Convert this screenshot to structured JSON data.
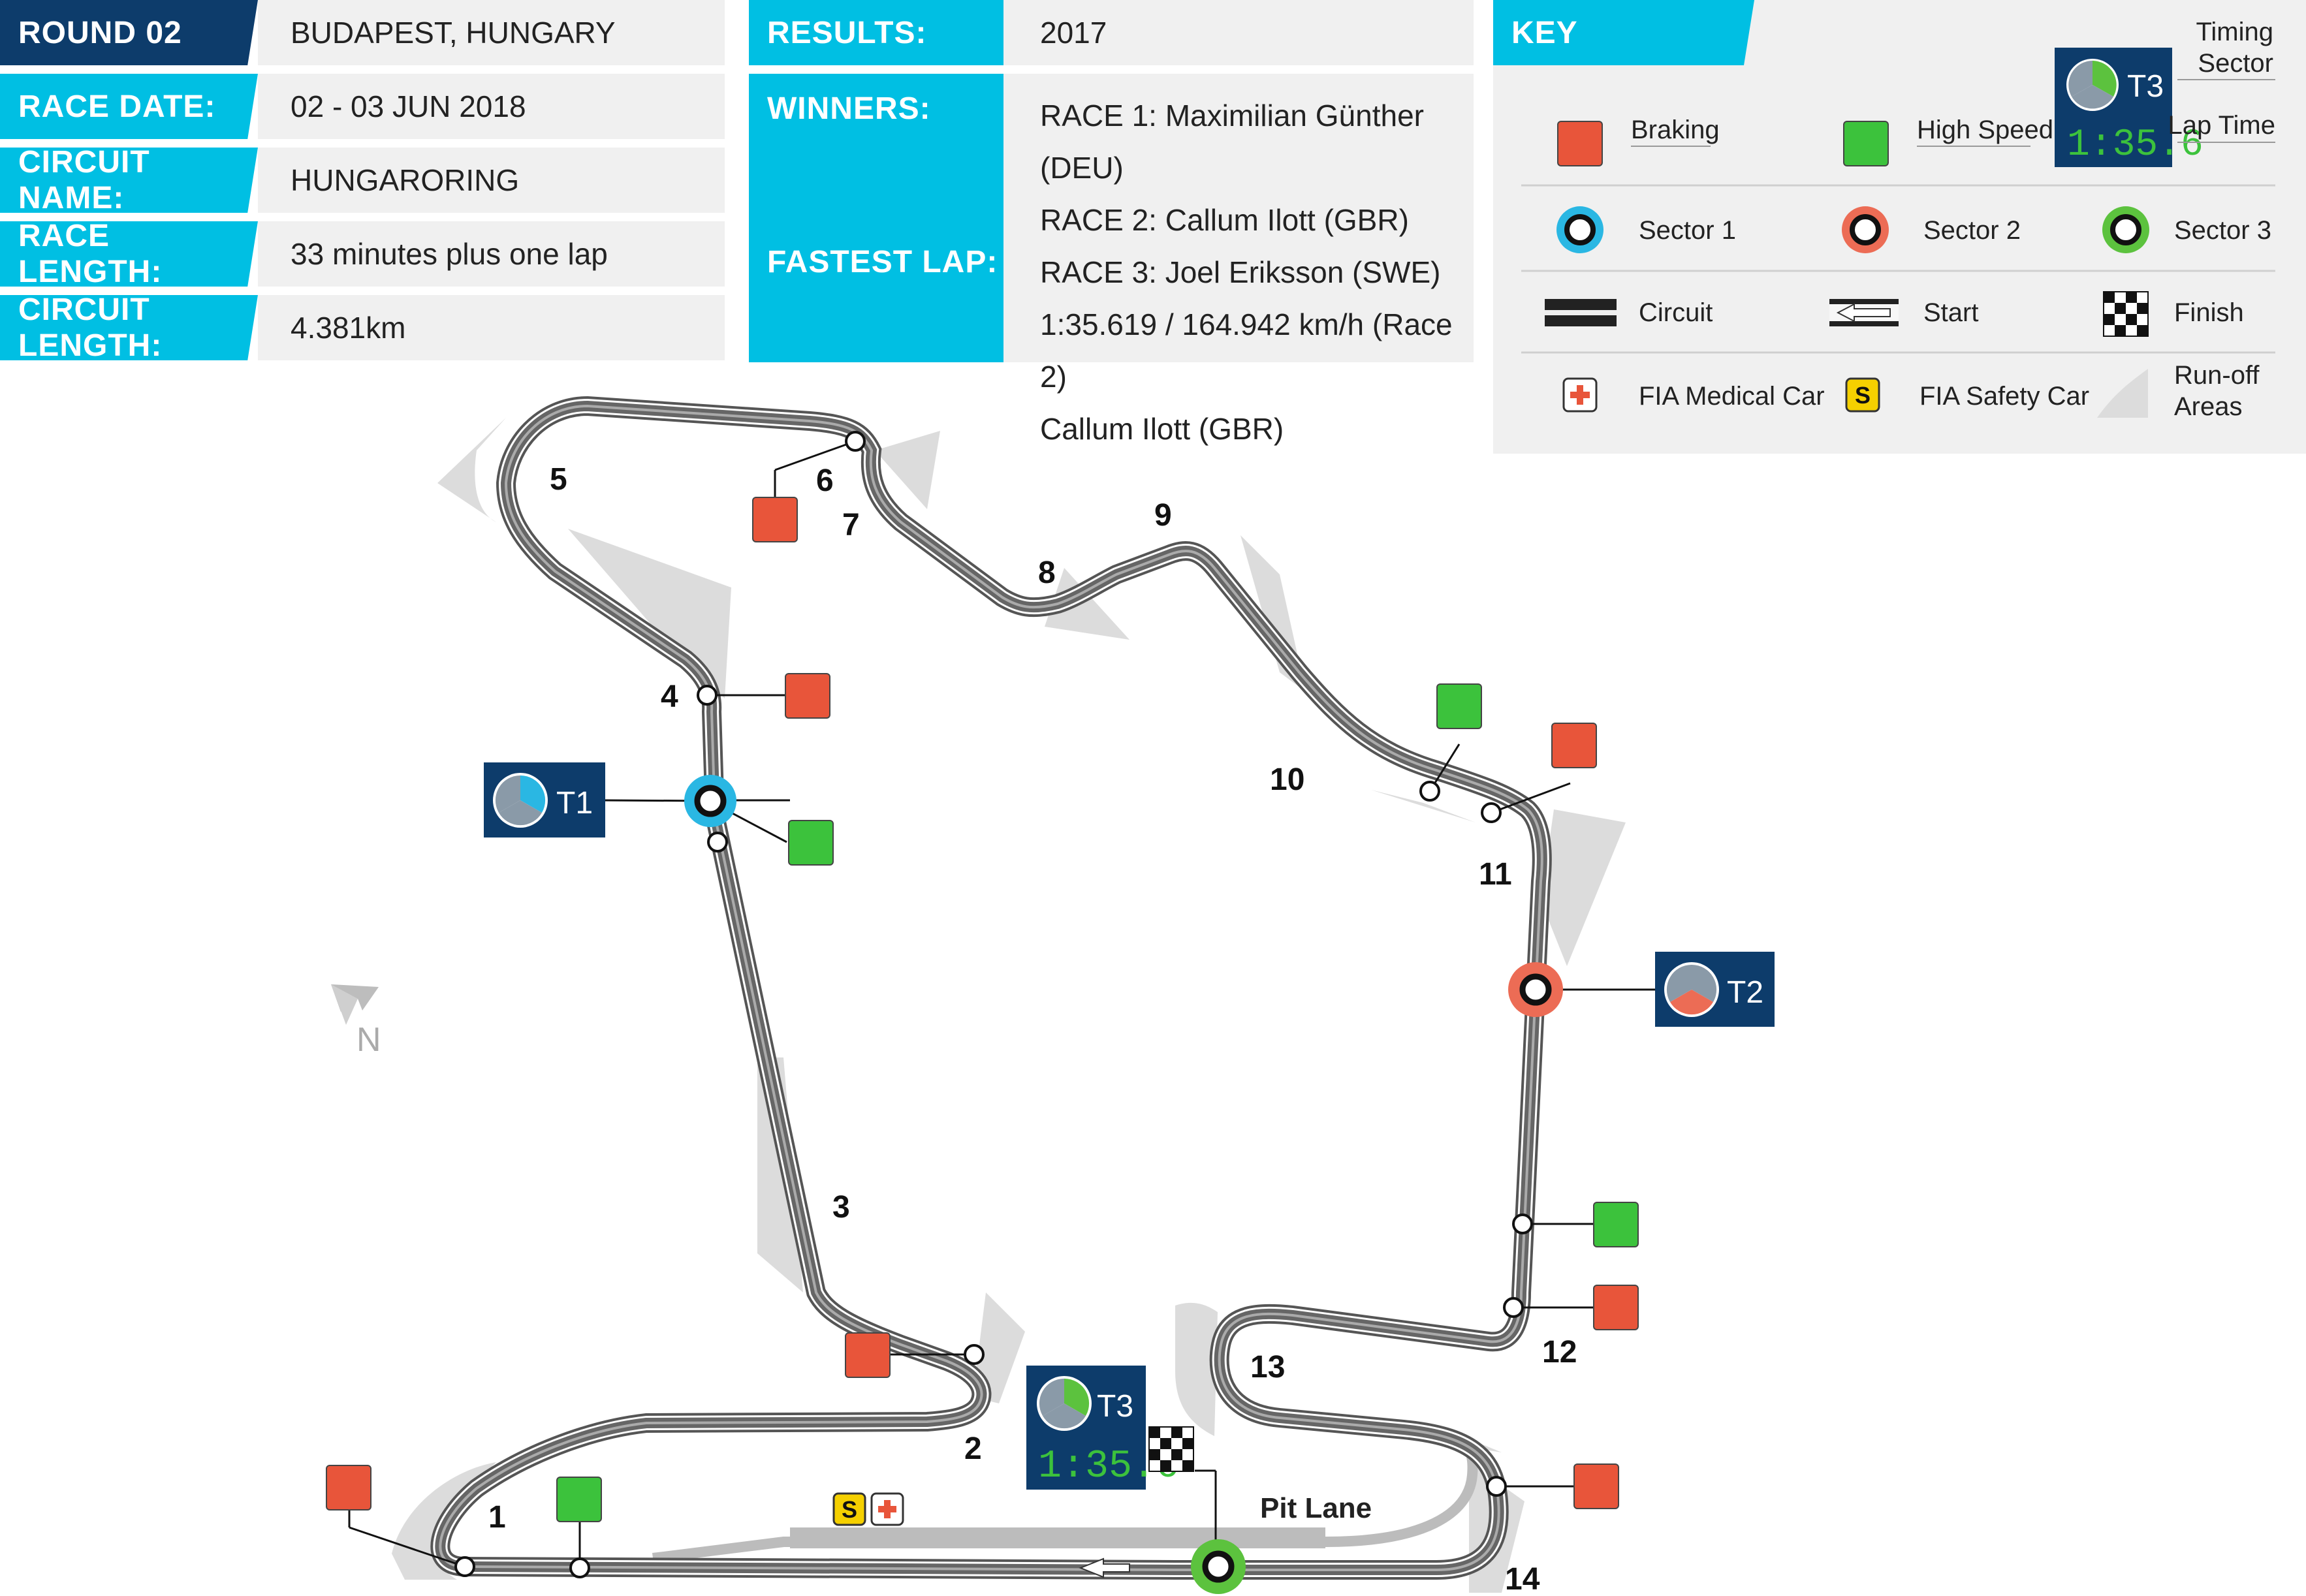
{
  "info": {
    "round_label": "ROUND 02",
    "round_value": "BUDAPEST, HUNGARY",
    "race_date_label": "RACE DATE:",
    "race_date_value": "02 - 03 JUN 2018",
    "circuit_name_label": "CIRCUIT NAME:",
    "circuit_name_value": "HUNGARORING",
    "race_length_label": "RACE LENGTH:",
    "race_length_value": "33 minutes plus one lap",
    "circuit_length_label": "CIRCUIT LENGTH:",
    "circuit_length_value": "4.381km"
  },
  "results": {
    "results_label": "RESULTS:",
    "results_value": "2017",
    "winners_label": "WINNERS:",
    "fastest_lap_label": "FASTEST LAP:",
    "race1": "RACE 1: Maximilian Günther (DEU)",
    "race2": "RACE 2: Callum Ilott (GBR)",
    "race3": "RACE 3: Joel Eriksson (SWE)",
    "fastest_lap": "1:35.619 / 164.942 km/h (Race 2)",
    "fastest_driver": "Callum Ilott (GBR)"
  },
  "key": {
    "title": "KEY",
    "timing_sector_1": "Timing",
    "timing_sector_2": "Sector",
    "lap_time": "Lap Time",
    "braking": "Braking",
    "high_speed": "High Speed",
    "sector1": "Sector 1",
    "sector2": "Sector 2",
    "sector3": "Sector 3",
    "circuit": "Circuit",
    "start": "Start",
    "finish": "Finish",
    "medical_car": "FIA Medical Car",
    "safety_car": "FIA Safety Car",
    "runoff_1": "Run-off",
    "runoff_2": "Areas",
    "sample_sector": "T3",
    "sample_time": "1:35.6"
  },
  "map": {
    "turns": [
      "1",
      "2",
      "3",
      "4",
      "5",
      "6",
      "7",
      "8",
      "9",
      "10",
      "11",
      "12",
      "13",
      "14"
    ],
    "pit_lane": "Pit Lane",
    "north": "N",
    "t1": "T1",
    "t2": "T2",
    "t3": "T3",
    "lap_time": "1:35.6",
    "safety_letter": "S"
  },
  "colors": {
    "navy": "#0d3c6b",
    "cyan": "#00bfe3",
    "braking": "#e8553a",
    "high_speed": "#3cc23c",
    "sector1": "#2ab7e3",
    "sector2": "#ec6c55",
    "sector3": "#5cc23e",
    "runoff": "#dcdcdc"
  },
  "icons": [
    "braking-icon",
    "high-speed-icon",
    "timing-sector-icon",
    "sector-marker-icon",
    "circuit-line-icon",
    "start-arrow-icon",
    "finish-flag-icon",
    "medical-car-icon",
    "safety-car-icon",
    "runoff-area-icon",
    "north-arrow-icon"
  ]
}
